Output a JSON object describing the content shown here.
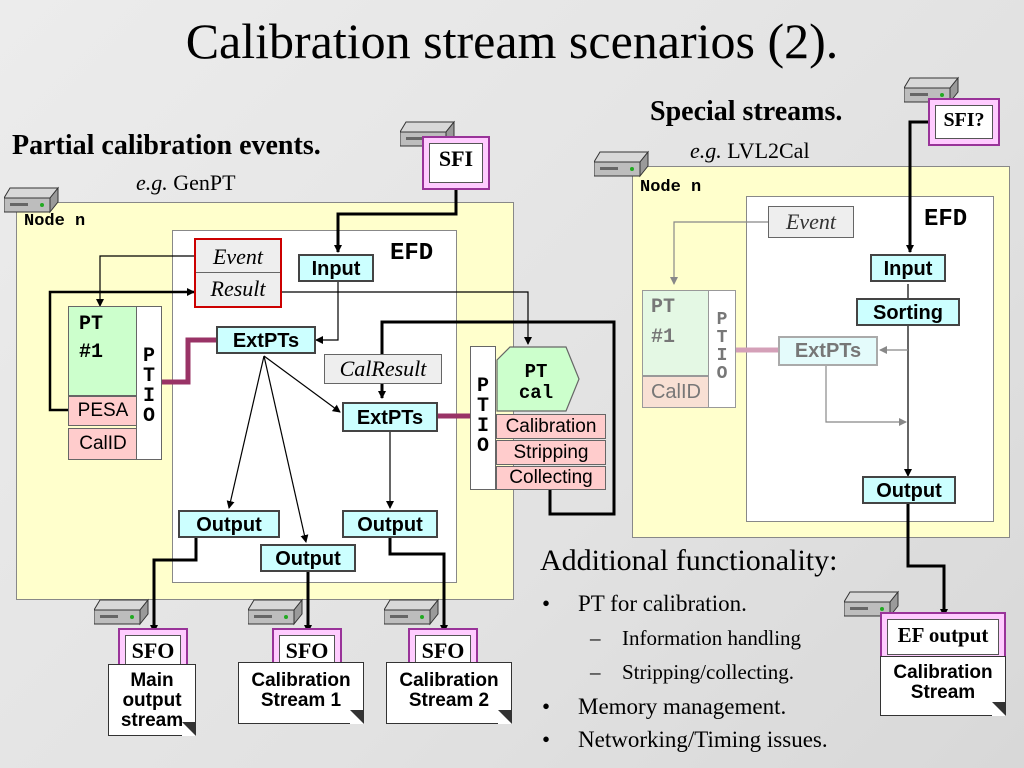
{
  "title": "Calibration stream scenarios (2).",
  "left": {
    "heading": "Partial calibration events.",
    "example_prefix": "e.g.",
    "example": "GenPT",
    "node_label": "Node n",
    "efd_label": "EFD",
    "sfi_label": "SFI",
    "input_label": "Input",
    "event_label": "Event",
    "result_label": "Result",
    "extpts_label": "ExtPTs",
    "calresult_label": "CalResult",
    "extpts2_label": "ExtPTs",
    "output_labels": [
      "Output",
      "Output",
      "Output"
    ],
    "pt1_label": [
      "PT",
      "#1"
    ],
    "ptio_label": [
      "P",
      "T",
      "I",
      "O"
    ],
    "pesa_label": "PESA",
    "calid_label": "CalID",
    "ptcal_label": [
      "PT",
      "cal"
    ],
    "ptcal_rows": [
      "Calibration",
      "Stripping",
      "Collecting"
    ],
    "sfo_labels": [
      "SFO",
      "SFO",
      "SFO"
    ],
    "streams": [
      [
        "Main",
        "output",
        "stream"
      ],
      [
        "Calibration",
        "Stream 1"
      ],
      [
        "Calibration",
        "Stream 2"
      ]
    ]
  },
  "right": {
    "heading": "Special streams.",
    "example_prefix": "e.g.",
    "example": "LVL2Cal",
    "node_label": "Node n",
    "efd_label": "EFD",
    "sfi_label": "SFI?",
    "event_label": "Event",
    "input_label": "Input",
    "sorting_label": "Sorting",
    "extpts_label": "ExtPTs",
    "output_label": "Output",
    "pt1_label": [
      "PT",
      "#1"
    ],
    "ptio_label": [
      "P",
      "T",
      "I",
      "O"
    ],
    "calid_label": "CalID",
    "ef_output_label": "EF output",
    "stream": [
      "Calibration",
      "Stream"
    ]
  },
  "additional": {
    "heading": "Additional functionality:",
    "items": [
      {
        "text": "PT for calibration.",
        "sub": [
          "Information handling",
          "Stripping/collecting."
        ]
      },
      {
        "text": "Memory management.",
        "sub": []
      },
      {
        "text": "Networking/Timing issues.",
        "sub": []
      }
    ]
  },
  "colors": {
    "node_bg": "#ffffcc",
    "box_cyan": "#ccffff",
    "box_green": "#ccffcc",
    "box_pink": "#ffcccc",
    "sfo_magenta": "#ffccff",
    "event_border_red": "#cc0000",
    "link_purple": "#993366"
  },
  "icons": [
    "server-icon"
  ]
}
